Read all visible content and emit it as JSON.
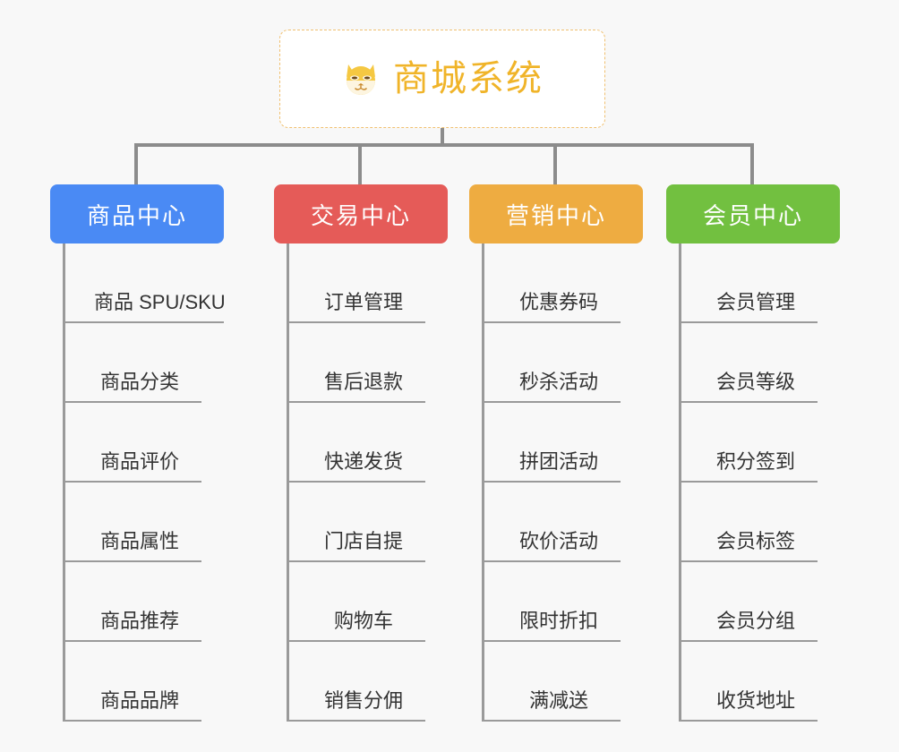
{
  "root": {
    "title": "商城系统",
    "icon": "shiba-dog-face-emoji",
    "text_color": "#f0b429",
    "border_color": "#f0c070",
    "background": "#ffffff"
  },
  "canvas": {
    "background": "#f8f8f8",
    "connector_color": "#8c8c8c"
  },
  "branches": [
    {
      "title": "商品中心",
      "color": "#4a8af4",
      "items": [
        "商品 SPU/SKU",
        "商品分类",
        "商品评价",
        "商品属性",
        "商品推荐",
        "商品品牌"
      ]
    },
    {
      "title": "交易中心",
      "color": "#e55b58",
      "items": [
        "订单管理",
        "售后退款",
        "快递发货",
        "门店自提",
        "购物车",
        "销售分佣"
      ]
    },
    {
      "title": "营销中心",
      "color": "#eeac41",
      "items": [
        "优惠券码",
        "秒杀活动",
        "拼团活动",
        "砍价活动",
        "限时折扣",
        "满减送"
      ]
    },
    {
      "title": "会员中心",
      "color": "#72c040",
      "items": [
        "会员管理",
        "会员等级",
        "积分签到",
        "会员标签",
        "会员分组",
        "收货地址"
      ]
    }
  ]
}
